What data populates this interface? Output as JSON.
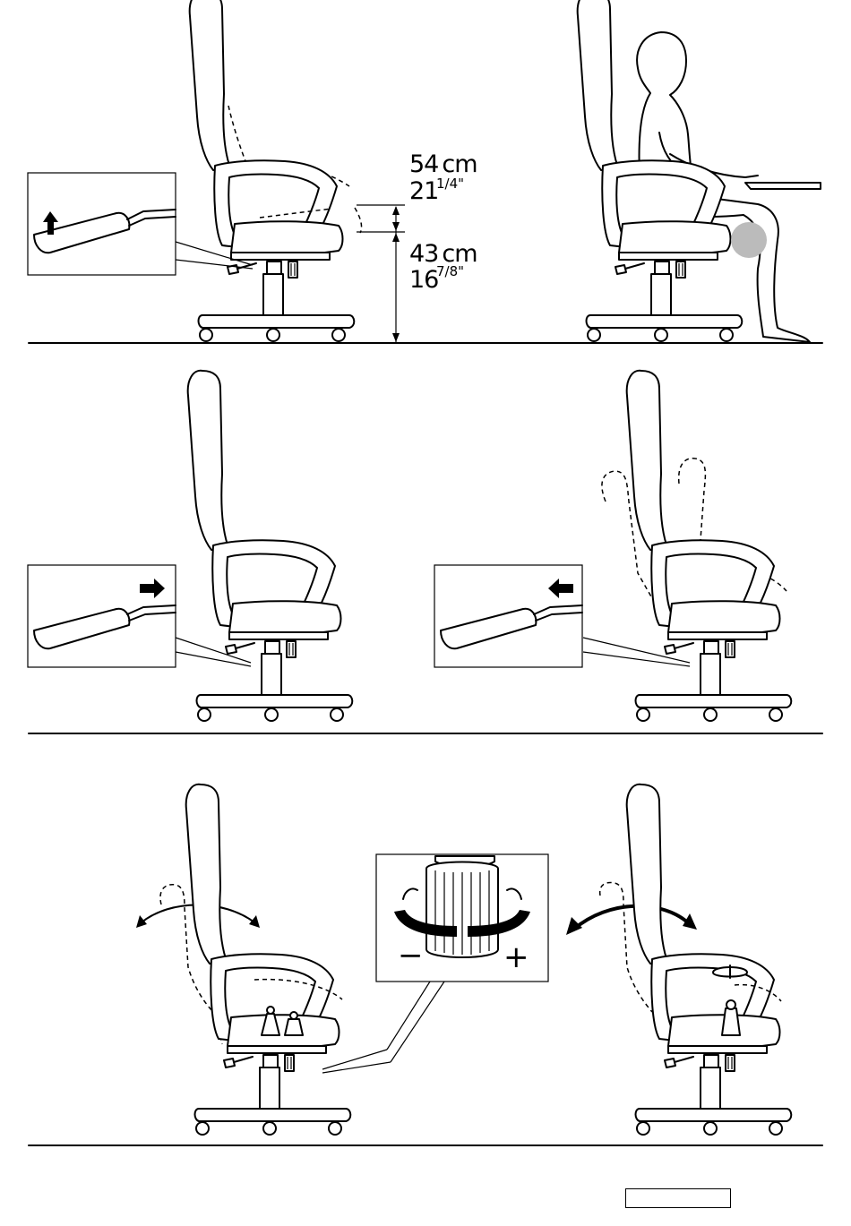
{
  "measurements": {
    "armrest_height_cm": "54",
    "armrest_height_unit": "cm",
    "armrest_height_in_whole": "21",
    "armrest_height_in_fraction": "1/4\"",
    "seat_height_cm": "43",
    "seat_height_unit": "cm",
    "seat_height_in_whole": "16",
    "seat_height_in_fraction": "7/8\""
  },
  "tension_knob": {
    "minus_label": "−",
    "plus_label": "+"
  },
  "icons": [
    "up-arrow-icon",
    "right-arrow-icon",
    "left-arrow-icon",
    "rotate-arrow-icon",
    "rocking-arrow-icon",
    "weight-icon"
  ],
  "colors": {
    "line": "#000000",
    "highlight": "#bbbbbb",
    "background": "#ffffff"
  },
  "page_label": ""
}
